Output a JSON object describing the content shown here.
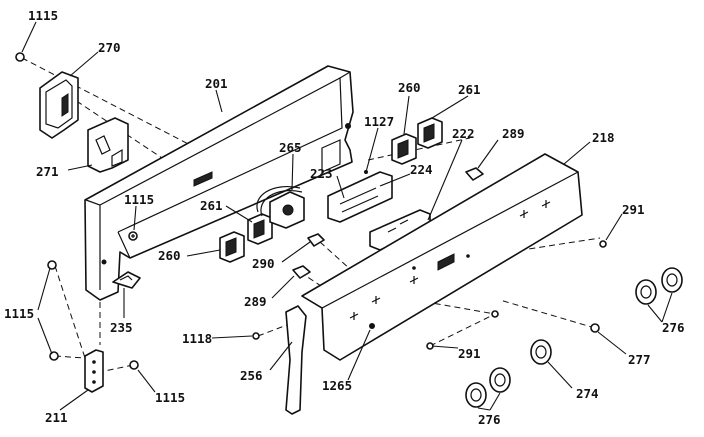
{
  "labels": {
    "p1115_top": "1115",
    "p270": "270",
    "p201": "201",
    "p271": "271",
    "p260_top": "260",
    "p261_top": "261",
    "p1127": "1127",
    "p222": "222",
    "p289_top": "289",
    "p218": "218",
    "p265": "265",
    "p223": "223",
    "p224": "224",
    "p1115_mid": "1115",
    "p261_mid": "261",
    "p291_right": "291",
    "p260_mid": "260",
    "p290": "290",
    "p1115_left": "1115",
    "p289_mid": "289",
    "p235": "235",
    "p276_right": "276",
    "p1118": "1118",
    "p277": "277",
    "p291_bottom": "291",
    "p256": "256",
    "p274": "274",
    "p1265": "1265",
    "p1115_bottom": "1115",
    "p211": "211",
    "p276_bottom": "276"
  }
}
